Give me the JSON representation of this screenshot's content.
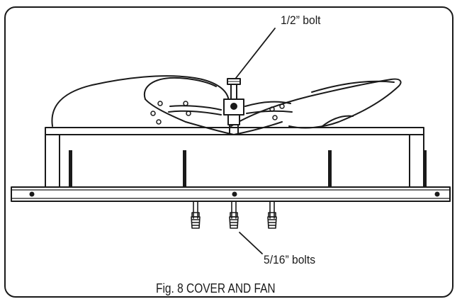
{
  "figure": {
    "caption": "Fig. 8 COVER AND FAN",
    "callouts": {
      "top_bolt": "1/2” bolt",
      "bottom_bolts": "5/16” bolts"
    }
  },
  "colors": {
    "line": "#1a1a1a",
    "background": "#ffffff"
  }
}
